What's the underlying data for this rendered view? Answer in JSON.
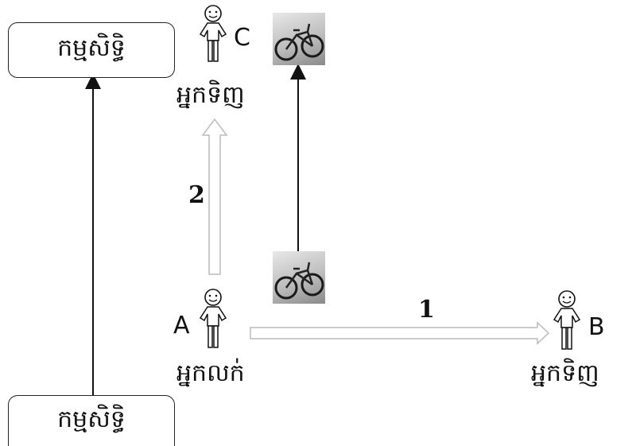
{
  "ownership_top": "កម្មសិទ្ធិ",
  "ownership_bottom": "កម្មសិទ្ធិ",
  "seller": {
    "letter": "A",
    "role": "អ្នកលក់"
  },
  "buyer_b": {
    "letter": "B",
    "role": "អ្នកទិញ"
  },
  "buyer_c": {
    "letter": "C",
    "role": "អ្នកទិញ"
  },
  "step_1": "1",
  "step_2": "2",
  "bicycle_icon": "bicycle-photo-icon",
  "person_icon": "stick-figure-icon"
}
